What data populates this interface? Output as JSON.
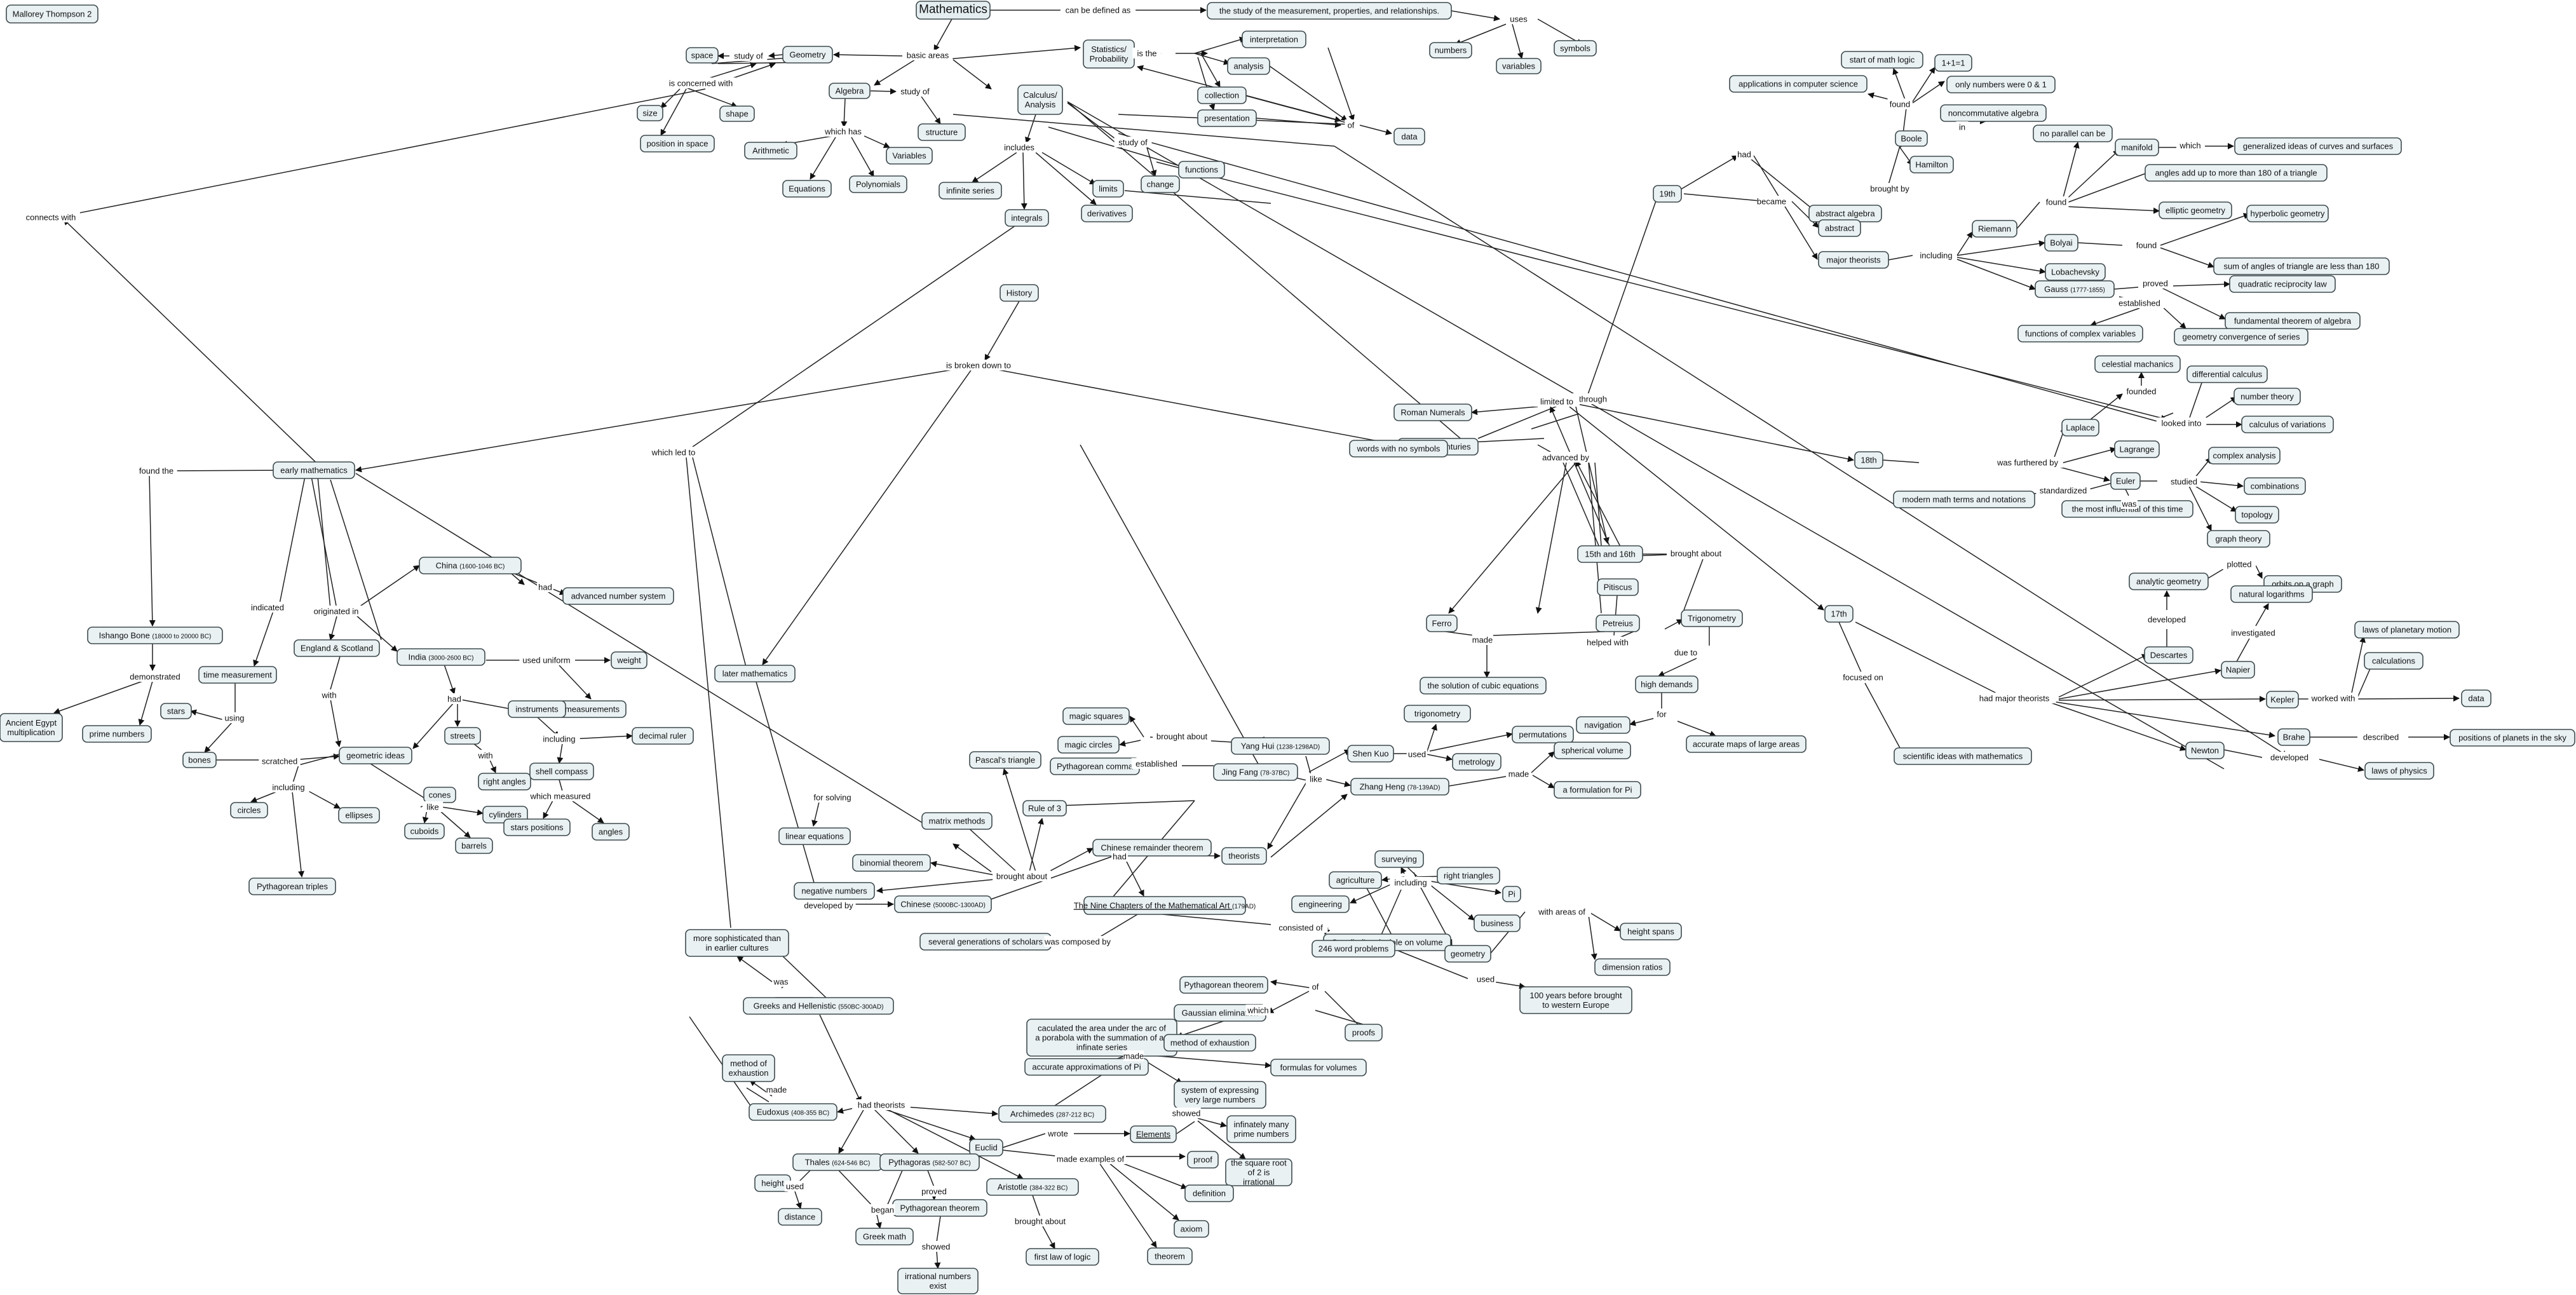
{
  "author": "Mallorey Thompson 2",
  "nodes": {
    "mathematics": "Mathematics",
    "defined": "the study of the measurement, properties, and relationships.",
    "numbers": "numbers",
    "variables_u": "variables",
    "symbols": "symbols",
    "geometry": "Geometry",
    "space": "space",
    "size": "size",
    "shape": "shape",
    "position": "position in space",
    "algebra": "Algebra",
    "structure": "structure",
    "arithmetic": "Arithmetic",
    "variables": "Variables",
    "equations": "Equations",
    "polynomials": "Polynomials",
    "calculus": "Calculus/ Analysis",
    "infinite": "infinite series",
    "integrals": "integrals",
    "derivatives": "derivatives",
    "limits": "limits",
    "change": "change",
    "functions": "functions",
    "stats": "Statistics/ Probability",
    "interpretation": "interpretation",
    "analysis": "analysis",
    "collection": "collection",
    "presentation": "presentation",
    "data": "data",
    "history": "History",
    "early": "early mathematics",
    "modern": "Modern Centuries",
    "later": "later mathematics",
    "ishango": "Ishango Bone",
    "ishango_d": "(18000 to 20000 BC)",
    "egypt": "Ancient Egypt multiplication",
    "prime": "prime numbers",
    "time": "time measurement",
    "stars": "stars",
    "bones": "bones",
    "geomideas": "geometric ideas",
    "circles": "circles",
    "ellipses": "ellipses",
    "pythtriples": "Pythagorean triples",
    "cones": "cones",
    "cuboids": "cuboids",
    "barrels": "barrels",
    "cylinders": "cylinders",
    "england": "England & Scotland",
    "china": "China",
    "china_d": "(1600-1046 BC)",
    "advnum": "advanced number system",
    "india": "India",
    "india_d": "(3000-2600 BC)",
    "weight": "weight",
    "measurements": "measurements",
    "instruments": "instruments",
    "decimal": "decimal ruler",
    "streets": "streets",
    "rightangles": "right angles",
    "shell": "shell compass",
    "starspos": "stars positions",
    "angles": "angles",
    "linear": "linear equations",
    "matrix": "matrix methods",
    "pascal": "Pascal's triangle",
    "rule3": "Rule of 3",
    "binomial": "binomial theorem",
    "negative": "negative numbers",
    "chinese": "Chinese",
    "chinese_d": "(5000BC-1300AD)",
    "remainder": "Chinese remainder theorem",
    "magicsq": "magic squares",
    "magiccir": "magic circles",
    "pythcomma": "Pythagorean comma",
    "yanghui": "Yang Hui",
    "yanghui_d": "(1238-1298AD)",
    "jingfang": "Jing Fang",
    "jingfang_d": "(78-37BC)",
    "theorists": "theorists",
    "shenkuo": "Shen Kuo",
    "zhangheng": "Zhang Heng",
    "zhangheng_d": "(78-139AD)",
    "trig_c": "trigonometry",
    "permutations": "permutations",
    "metrology": "metrology",
    "spherical": "spherical volume",
    "pi_formula": "a formulation for Pi",
    "ninechapters": "The Nine Chapters of the Mathematical Art",
    "ninechapters_d": "(179AD)",
    "generations": "several generations of scholars",
    "cavalieri": "Cavalieri's principle on volume",
    "hundred": "100 years before brought to western Europe",
    "surveying": "surveying",
    "agriculture": "agriculture",
    "engineering": "engineering",
    "rtriangles": "right triangles",
    "pi": "Pi",
    "business": "business",
    "geom2": "geometry",
    "wordproblems": "246 word problems",
    "heightspans": "height spans",
    "dimratios": "dimension ratios",
    "pyththeorem_c": "Pythagorean theorem",
    "gaussian": "Gaussian elimination",
    "parabola": "caculated the area under the arc of a porabola with the summation of an infinate series",
    "proofs": "proofs",
    "sophisticated": "more sophisticated than in earlier cultures",
    "greeks": "Greeks and Hellenistic",
    "greeks_d": "(550BC-300AD)",
    "exhaustion": "method of exhaustion",
    "eudoxus": "Eudoxus",
    "eudoxus_d": "(408-355 BC)",
    "approxpi": "accurate approximations of Pi",
    "methexh": "method of exhaustion",
    "volumes": "formulas for volumes",
    "sysexp": "system of expressing very large numbers",
    "archimedes": "Archimedes",
    "archimedes_d": "(287-212 BC)",
    "euclid": "Euclid",
    "elements": "Elements",
    "infprimes": "infinately many prime numbers",
    "proof": "proof",
    "sqrt2": "the square root of 2 is irrational",
    "definition": "definition",
    "axiom": "axiom",
    "theorem": "theorem",
    "thales": "Thales",
    "thales_d": "(624-546 BC)",
    "pythagoras": "Pythagoras",
    "pythagoras_d": "(582-507 BC)",
    "aristotle": "Aristotle",
    "aristotle_d": "(384-322 BC)",
    "height": "height",
    "distance": "distance",
    "greekmath": "Greek math",
    "pyththeorem": "Pythagorean theorem",
    "firstlogic": "first law of logic",
    "irrational": "irrational numbers exist",
    "c19": "19th",
    "abstractalg": "abstract algebra",
    "boole": "Boole",
    "hamilton": "Hamilton",
    "startlogic": "start of math logic",
    "onesum": "1+1=1",
    "cs": "applications in computer science",
    "zeroone": "only numbers were 0 & 1",
    "noncomm": "noncommutative algebra",
    "abstract": "abstract",
    "majorth": "major theorists",
    "riemann": "Riemann",
    "bolyai": "Bolyai",
    "lobachevsky": "Lobachevsky",
    "gauss": "Gauss",
    "gauss_d": "(1777-1855)",
    "noparallel": "no parallel can be",
    "manifold": "manifold",
    "gencurves": "generalized ideas of curves and surfaces",
    "angles180": "angles add up to more than 180 of a triangle",
    "elliptic": "elliptic geometry",
    "hyperbolic": "hyperbolic geometry",
    "less180": "sum of angles of triangle are less than 180",
    "quadratic": "quadratic reciprocity law",
    "fundalg": "fundamental theorem of algebra",
    "complexvar": "functions of complex variables",
    "geomconv": "geometry convergence of series",
    "c18": "18th",
    "laplace": "Laplace",
    "lagrange": "Lagrange",
    "euler": "Euler",
    "celestial": "celestial machanics",
    "diffcalc": "differential calculus",
    "numtheory": "number theory",
    "calcvar": "calculus of variations",
    "complexanal": "complex analysis",
    "combinations": "combinations",
    "topology": "topology",
    "graph": "graph theory",
    "modterms": "modern math terms and notations",
    "influential": "the most influential of this time",
    "c15": "15th and 16th",
    "roman": "Roman Numerals",
    "wordsnosym": "words with no symbols",
    "ferro": "Ferro",
    "petreius": "Petreius",
    "pitiscus": "Pitiscus",
    "trig": "Trigonometry",
    "cubic": "the solution of cubic equations",
    "highdemand": "high demands",
    "navigation": "navigation",
    "largeareas": "accurate maps of large areas",
    "c17": "17th",
    "scientific": "scientific ideas with mathematics",
    "descartes": "Descartes",
    "analytic": "analytic geometry",
    "orbits": "orbits on a graph",
    "naplog": "natural logarithms",
    "napier": "Napier",
    "kepler": "Kepler",
    "brahe": "Brahe",
    "newton": "Newton",
    "planetmotion": "laws of planetary motion",
    "calculations": "calculations",
    "data2": "data",
    "planetpos": "positions of planets in the sky",
    "physics": "laws of physics"
  },
  "labels": {
    "canbe": "can be defined as",
    "uses": "uses",
    "basic": "basic areas",
    "studyof1": "study of",
    "concerned": "is concerned with",
    "studyof2": "study of",
    "whichhas": "which has",
    "includes": "includes",
    "studyof3": "study of",
    "isthe": "is the",
    "of": "of",
    "connects": "connects with",
    "broken": "is broken down to",
    "whichled": "which led to",
    "found": "found the",
    "demonstrated": "demonstrated",
    "indicated": "indicated",
    "using": "using",
    "scratched": "scratched",
    "including1": "including",
    "like1": "like",
    "with1": "with",
    "originated": "originated in",
    "had1": "had",
    "used_uniform": "used uniform",
    "had2": "had",
    "with2": "with",
    "including2": "including",
    "measured": "which measured",
    "forsolving": "for solving",
    "brought": "brought about",
    "had3": "had",
    "developed": "developed by",
    "broughtabout2": "brought about",
    "established": "established",
    "like2": "like",
    "used2": "used",
    "made2": "made",
    "composed": "was composed by",
    "consisted": "consisted of",
    "used3": "used",
    "including3": "including",
    "areas": "with areas of",
    "of2": "of",
    "which2": "which",
    "was": "was",
    "made3": "made",
    "made4": "made",
    "hadtheorists": "had theorists",
    "wrote": "wrote",
    "showed": "showed",
    "examples": "made examples of",
    "used4": "used",
    "began": "began",
    "proved": "proved",
    "broughtabout3": "brought about",
    "showed2": "showed",
    "goes": "goes through",
    "had4": "had",
    "became": "became",
    "broughtby": "brought by",
    "found2": "found",
    "in": "in",
    "including4": "including",
    "found3": "found",
    "which3": "which",
    "found4": "found",
    "proved2": "proved",
    "established2": "established",
    "furthered": "was furthered by",
    "founded": "founded",
    "looked": "looked into",
    "studied": "studied",
    "standardized": "standardized",
    "was2": "was",
    "limited": "limited to",
    "advanced": "advanced by",
    "broughtabout4": "brought about",
    "made5": "made",
    "helped": "helped with",
    "dueto": "due to",
    "for": "for",
    "focused": "focused on",
    "theorists2": "had major theorists",
    "developed2": "developed",
    "plotted": "plotted",
    "investigated": "investigated",
    "worked": "worked with",
    "described": "described",
    "developed3": "developed"
  }
}
